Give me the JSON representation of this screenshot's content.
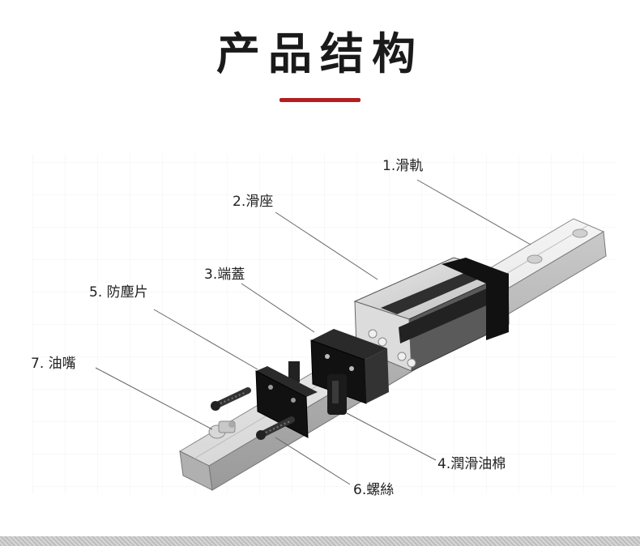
{
  "header": {
    "title": "产品结构"
  },
  "callouts": [
    {
      "label": "1.滑軌"
    },
    {
      "label": "2.滑座"
    },
    {
      "label": "3.端蓋"
    },
    {
      "label": "5. 防塵片"
    },
    {
      "label": "7. 油嘴"
    },
    {
      "label": "4.潤滑油棉"
    },
    {
      "label": "6.螺絲"
    }
  ],
  "colors": {
    "accent": "#b51d1f",
    "text": "#1a1a1a"
  }
}
